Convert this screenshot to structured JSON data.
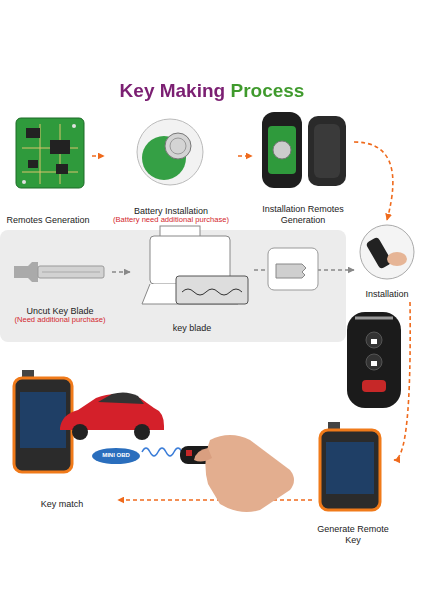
{
  "diagram": {
    "title": "Key Making Process",
    "nodes": [
      {
        "text": [
          "Remotes Generation"
        ]
      },
      {
        "text": [
          "Battery Installation",
          "(Battery need additional purchase)"
        ]
      },
      {
        "text": [
          "Installation Remotes Generation"
        ]
      },
      {
        "text": [
          "Installation"
        ]
      },
      {
        "text": [
          "Uncut Key Blade",
          "(Need additional purchase)"
        ]
      },
      {
        "text": [
          "key blade"
        ]
      },
      {
        "text": [
          "Generate Remote Key"
        ]
      },
      {
        "text": [
          "Key match"
        ]
      }
    ],
    "edges": [
      {
        "from": 0,
        "to": 1,
        "arrow": "to"
      },
      {
        "from": 1,
        "to": 2,
        "arrow": "to"
      },
      {
        "from": 2,
        "to": 3,
        "arrow": "to"
      },
      {
        "from": 4,
        "to": 5,
        "arrow": "to"
      },
      {
        "from": 5,
        "to": 3,
        "arrow": "to"
      },
      {
        "from": 3,
        "to": 6,
        "arrow": "to"
      },
      {
        "from": 6,
        "to": 7,
        "arrow": "to"
      }
    ],
    "labels": [
      "MINI OBD"
    ]
  }
}
